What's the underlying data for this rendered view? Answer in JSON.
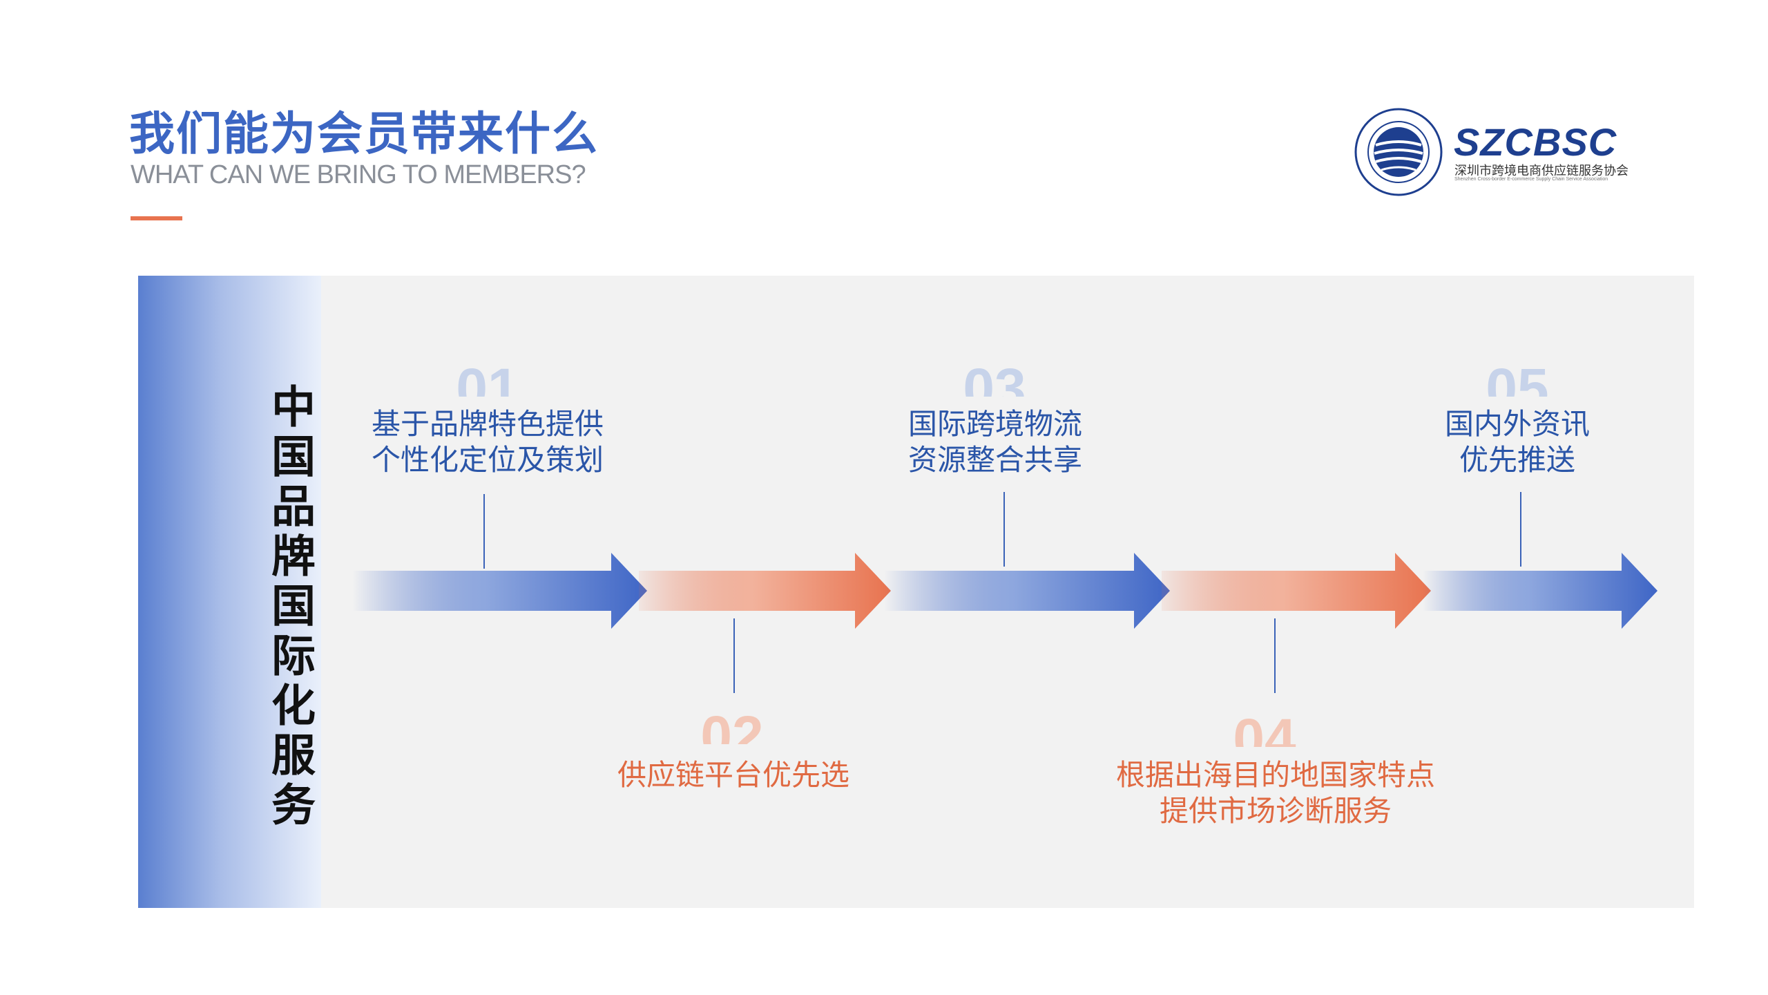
{
  "header": {
    "title_cn": "我们能为会员带来什么",
    "title_en": "WHAT CAN WE BRING TO MEMBERS?"
  },
  "logo": {
    "name": "SZCBSC",
    "subtitle_cn": "深圳市跨境电商供应链服务协会",
    "subtitle_en": "Shenzhen Cross-border E-commerce Supply Chain Service Association"
  },
  "panel": {
    "side_title": "中国品牌国际化服务",
    "steps": [
      {
        "num": "01",
        "text": "基于品牌特色提供\n个性化定位及策划",
        "color": "#2a55a8"
      },
      {
        "num": "02",
        "text": "供应链平台优先选",
        "color": "#e06a42"
      },
      {
        "num": "03",
        "text": "国际跨境物流\n资源整合共享",
        "color": "#2a55a8"
      },
      {
        "num": "04",
        "text": "根据出海目的地国家特点\n提供市场诊断服务",
        "color": "#e06a42"
      },
      {
        "num": "05",
        "text": "国内外资讯\n优先推送",
        "color": "#2a55a8"
      }
    ]
  },
  "colors": {
    "blue": "#3c66c3",
    "orange": "#e8734f"
  }
}
